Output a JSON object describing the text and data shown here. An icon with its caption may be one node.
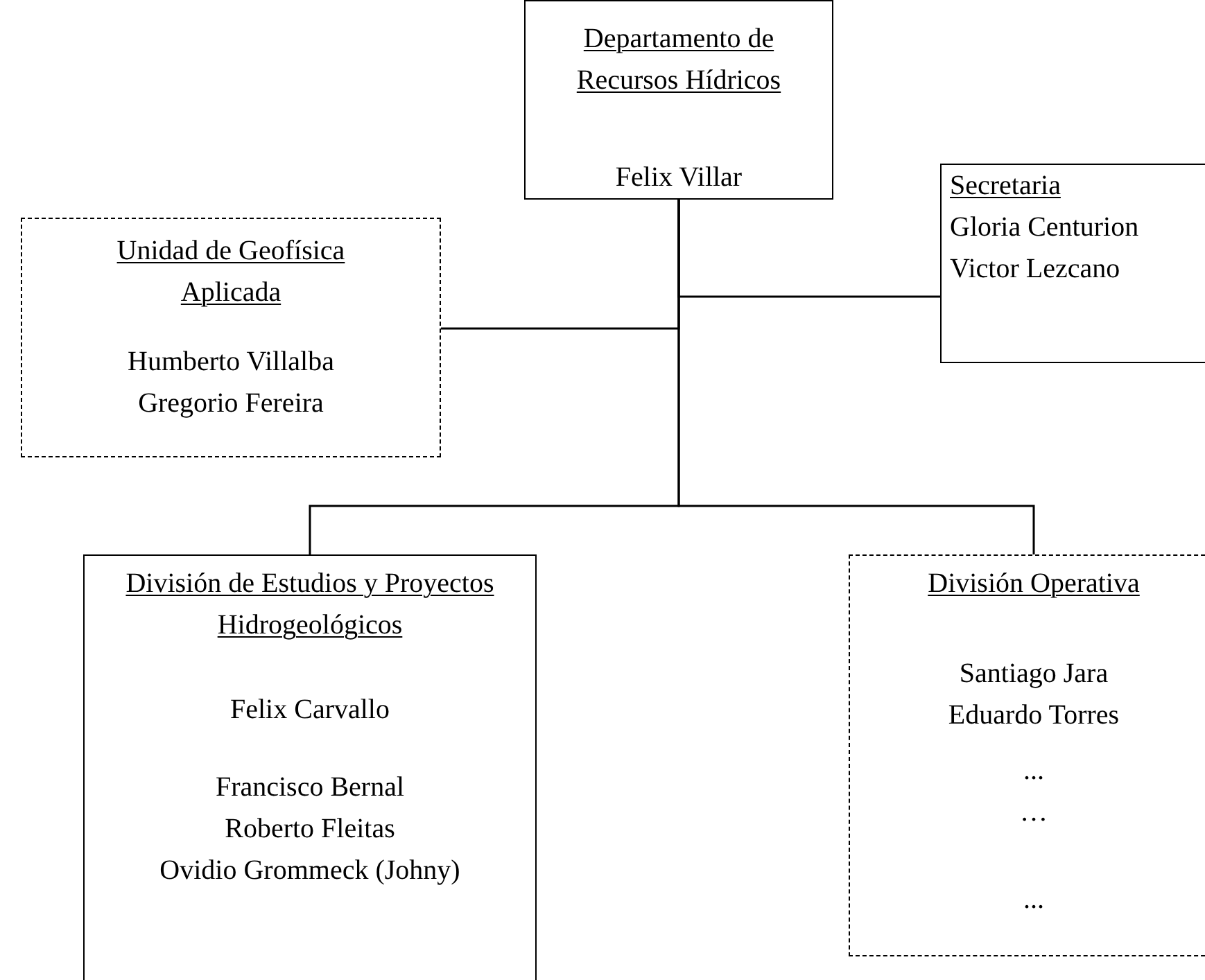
{
  "diagram": {
    "nodes": [
      {
        "text": [
          "Departamento de Recursos Hídricos",
          "Felix Villar"
        ]
      },
      {
        "text": [
          "Unidad de Geofísica Aplicada",
          "Humberto Villalba",
          "Gregorio Fereira"
        ]
      },
      {
        "text": [
          "Secretaria",
          "Gloria Centurion",
          "Victor Lezcano"
        ]
      },
      {
        "text": [
          "División de Estudios y Proyectos Hidrogeológicos",
          "Felix Carvallo",
          "Francisco Bernal",
          "Roberto Fleitas",
          "Ovidio Grommeck (Johny)"
        ]
      },
      {
        "text": [
          "División Operativa",
          "Santiago Jara",
          "Eduardo Torres",
          "...",
          "…",
          "..."
        ]
      }
    ],
    "edges": [
      {
        "from": 0,
        "to": 1,
        "arrow": "none"
      },
      {
        "from": 0,
        "to": 2,
        "arrow": "none"
      },
      {
        "from": 0,
        "to": 3,
        "arrow": "none"
      },
      {
        "from": 0,
        "to": 4,
        "arrow": "none"
      }
    ]
  }
}
